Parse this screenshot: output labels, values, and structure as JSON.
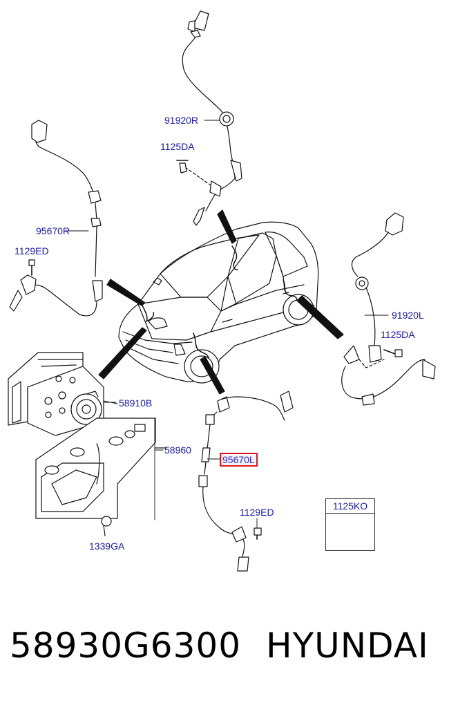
{
  "labels": {
    "p91920R": "91920R",
    "p1125DA_top": "1125DA",
    "p95670R": "95670R",
    "p1129ED_left": "1129ED",
    "p91920L": "91920L",
    "p1125DA_right": "1125DA",
    "p58910B": "58910B",
    "p58960": "58960",
    "p95670L": "95670L",
    "p1129ED_bottom": "1129ED",
    "p1339GA": "1339GA",
    "p1125KO": "1125KO"
  },
  "footer": {
    "part_number": "58930G6300",
    "brand": "HYUNDAI"
  },
  "colors": {
    "label": "#1b1ba6",
    "highlight": "#e0141e",
    "line": "#000000"
  }
}
